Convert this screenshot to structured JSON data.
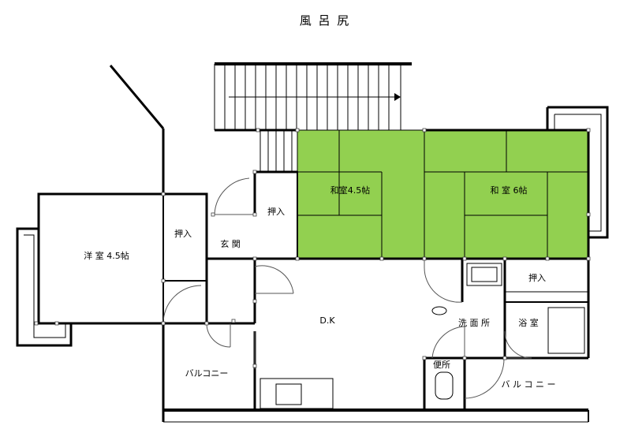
{
  "title": "風 呂 尻",
  "colors": {
    "tatami": "#92d050",
    "wall": "#000000",
    "background": "#ffffff"
  },
  "rooms": {
    "yoshitsu": "洋 室  4.5帖",
    "oshiire_west": "押入",
    "genkan": "玄 関",
    "oshiire_center": "押入",
    "washitsu_45": "和室4.5帖",
    "washitsu_6": "和 室  6帖",
    "dk": "D.K",
    "oshiire_east": "押入",
    "senmenjo": "洗 面 所",
    "yokushitsu": "浴 室",
    "benjo": "便所",
    "balcony_west": "バルコニー",
    "balcony_east": "バ ル コ ニ ー"
  }
}
